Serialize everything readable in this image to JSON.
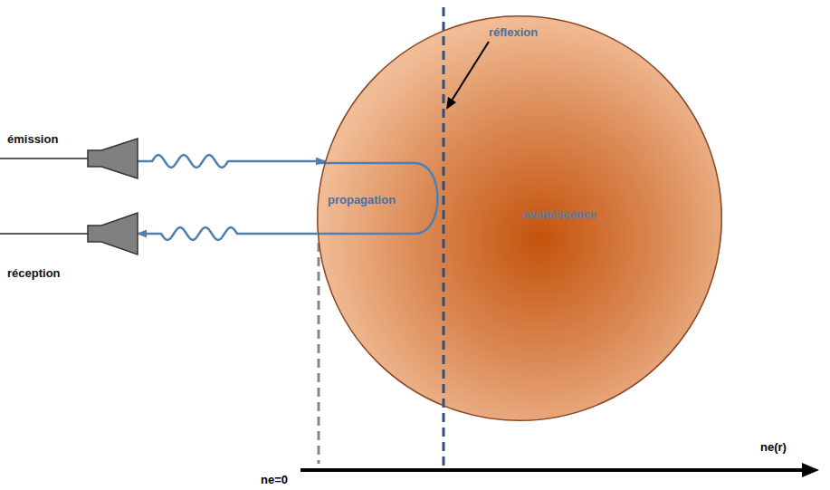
{
  "diagram": {
    "nodes": [
      {
        "text": [
          "émission"
        ]
      },
      {
        "text": [
          "réception"
        ]
      },
      {
        "text": [
          "propagation",
          "evanescence"
        ]
      }
    ],
    "edges": [
      {
        "from": 0,
        "to": 2,
        "arrow": "to"
      },
      {
        "from": 2,
        "to": 1,
        "arrow": "to"
      }
    ],
    "labels": [
      "réflexion",
      "ne=0",
      "ne(r)"
    ]
  }
}
